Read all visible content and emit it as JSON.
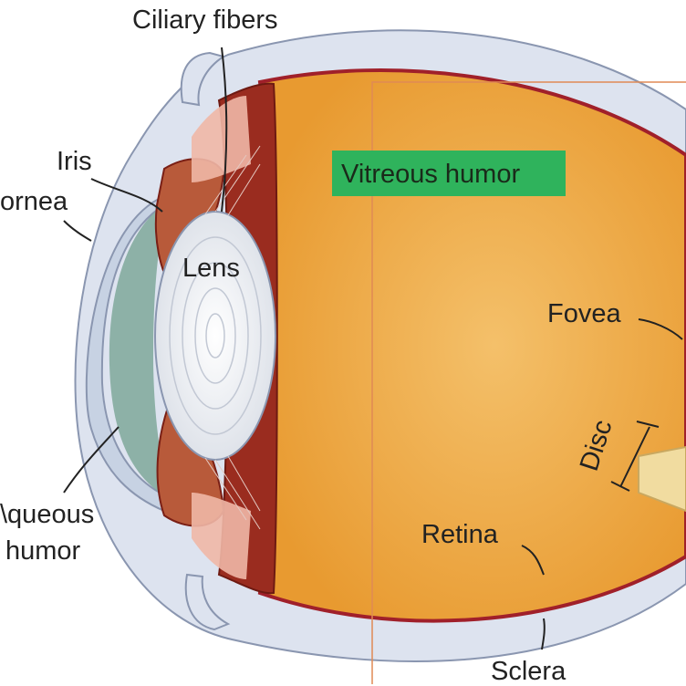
{
  "labels": {
    "ciliary_fibers": "Ciliary fibers",
    "iris": "Iris",
    "cornea": "ornea",
    "lens": "Lens",
    "vitreous_humor": "Vitreous humor",
    "fovea": "Fovea",
    "disc": "Disc",
    "aqueous_line1": "\\queous",
    "aqueous_line2": "humor",
    "retina": "Retina",
    "sclera": "Sclera"
  },
  "colors": {
    "vitreous": "#efa93c",
    "retina_line": "#a0202a",
    "sclera": "#dde3ef",
    "ciliary_body": "#9a2c1f",
    "lens": "#f2f3f6",
    "cornea": "#c7d2e3",
    "aqueous": "#7fa89a",
    "highlight": "#2fb35c",
    "guide_line": "#e08a55"
  }
}
